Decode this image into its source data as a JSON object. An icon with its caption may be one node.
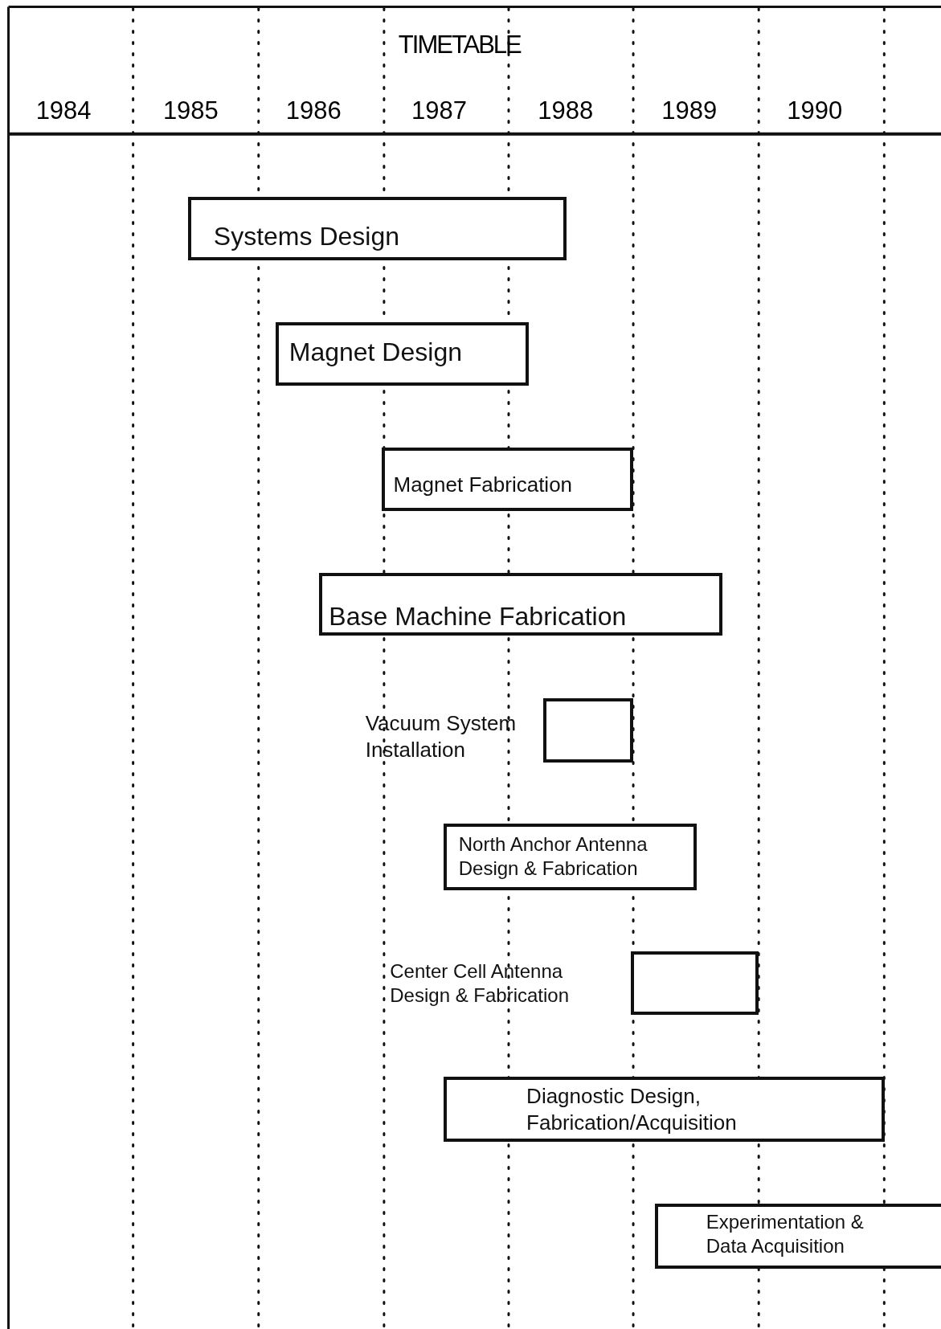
{
  "diagram": {
    "title": "TIMETABLE",
    "nodes": [
      {
        "text": [
          "Systems Design"
        ]
      },
      {
        "text": [
          "Magnet Design"
        ]
      },
      {
        "text": [
          "Magnet Fabrication"
        ]
      },
      {
        "text": [
          "Base Machine Fabrication"
        ]
      },
      {
        "text": [],
        "shape": "box",
        "beside": [
          "Vacuum System Installation"
        ]
      },
      {
        "text": [
          "North Anchor Antenna Design & Fabrication"
        ]
      },
      {
        "text": [],
        "shape": "box",
        "beside": [
          "Center Cell Antenna Design & Fabrication"
        ]
      },
      {
        "text": [
          "Diagnostic Design, Fabrication/Acquisition"
        ]
      },
      {
        "text": [
          "Experimentation & Data Acquisition"
        ]
      }
    ],
    "edges": [],
    "labels": [
      "1984",
      "1985",
      "1986",
      "1987",
      "1988",
      "1989",
      "1990"
    ]
  }
}
